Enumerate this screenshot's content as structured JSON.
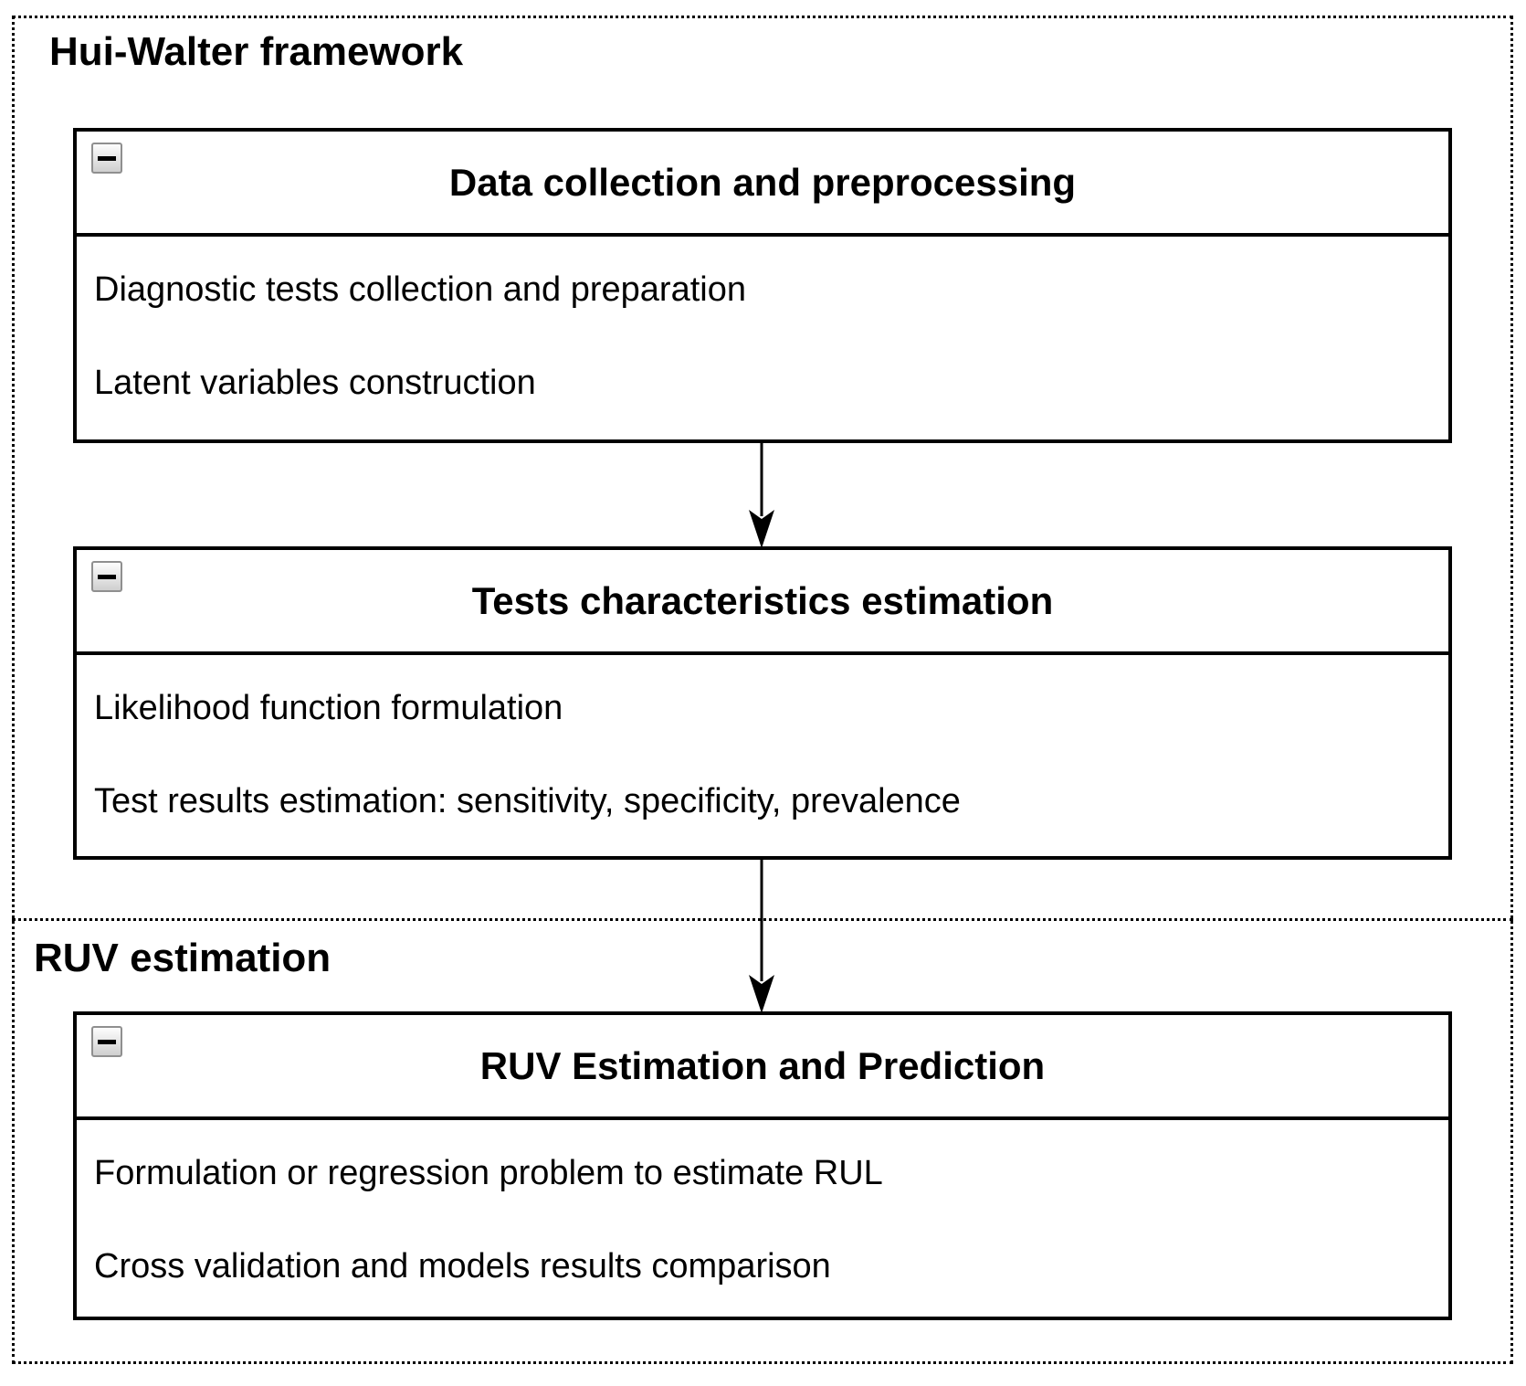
{
  "canvas": {
    "background": "#ffffff",
    "line_color": "#000000",
    "collapse_button_border": "#8f8f8f"
  },
  "icons": {
    "collapse": "minus-icon"
  },
  "sections": [
    {
      "label": "Hui-Walter framework",
      "boxes": [
        {
          "title": "Data collection and preprocessing",
          "rows": [
            "Diagnostic tests collection and preparation",
            "Latent variables construction"
          ]
        },
        {
          "title": "Tests characteristics estimation",
          "rows": [
            "Likelihood function formulation",
            "Test results estimation: sensitivity, specificity, prevalence"
          ]
        }
      ]
    },
    {
      "label": "RUV estimation",
      "boxes": [
        {
          "title": "RUV Estimation and Prediction",
          "rows": [
            "Formulation or regression problem to estimate RUL",
            "Cross validation and models results comparison"
          ]
        }
      ]
    }
  ]
}
